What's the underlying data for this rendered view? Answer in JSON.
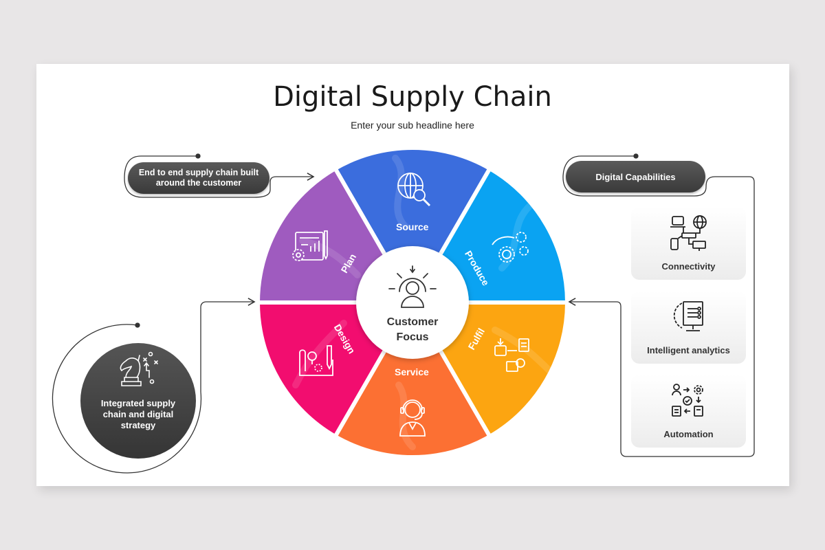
{
  "header": {
    "title": "Digital Supply Chain",
    "subtitle": "Enter your sub headline here"
  },
  "callouts": {
    "top_left": {
      "text_line1": "End to end supply chain built",
      "text_line2": "around the customer"
    },
    "bottom_left": {
      "text_line1": "Integrated supply",
      "text_line2": "chain and digital",
      "text_line3": "strategy",
      "icon": "chess-knight-strategy-icon"
    },
    "right_header": {
      "text": "Digital Capabilities"
    }
  },
  "wheel": {
    "center": {
      "line1": "Customer",
      "line2": "Focus",
      "icon": "customer-focus-icon"
    },
    "segments": [
      {
        "label": "Source",
        "color": "#3b6ddd",
        "icon": "globe-search-icon"
      },
      {
        "label": "Produce",
        "color": "#0aa3f2",
        "icon": "gears-icon"
      },
      {
        "label": "Fulfil",
        "color": "#fca511",
        "icon": "order-fulfil-icon"
      },
      {
        "label": "Service",
        "color": "#fc7033",
        "icon": "customer-service-icon"
      },
      {
        "label": "Design",
        "color": "#f20d6f",
        "icon": "design-blueprint-icon"
      },
      {
        "label": "Plan",
        "color": "#9f5bbf",
        "icon": "plan-document-icon"
      }
    ]
  },
  "capabilities": [
    {
      "label": "Connectivity",
      "icon": "network-devices-icon"
    },
    {
      "label": "Intelligent analytics",
      "icon": "gear-monitor-analytics-icon"
    },
    {
      "label": "Automation",
      "icon": "automation-flow-icon"
    }
  ],
  "colors": {
    "dark_pill": "#474747",
    "connector": "#333333",
    "background": "#e8e6e7"
  }
}
